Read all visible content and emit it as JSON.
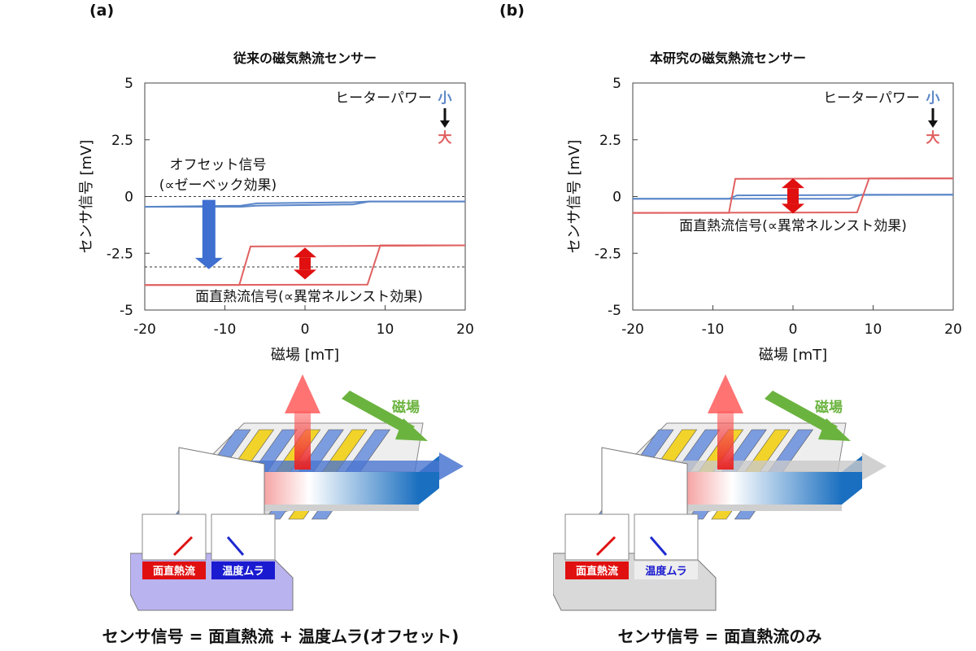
{
  "panels": [
    {
      "tag": "(a)",
      "title": "従来の磁気熱流センサー",
      "caption": "センサ信号 = 面直熱流 + 温度ムラ(オフセット)",
      "annotations": {
        "offset_line1": "オフセット信号",
        "offset_line2": "(∝ゼーベック効果)",
        "signal": "面直熱流信号(∝異常ネルンスト効果)"
      },
      "illustration": {
        "field_label": "磁場",
        "meter_left_label": "面直熱流",
        "meter_right_label": "温度ムラ",
        "flow_color": "#4a76d0"
      }
    },
    {
      "tag": "(b)",
      "title": "本研究の磁気熱流センサー",
      "caption": "センサ信号 = 面直熱流のみ",
      "annotations": {
        "signal": "面直熱流信号(∝異常ネルンスト効果)"
      },
      "illustration": {
        "field_label": "磁場",
        "meter_left_label": "面直熱流",
        "meter_right_label": "温度ムラ",
        "flow_color": "#c9c9c9"
      }
    }
  ],
  "chart_data": [
    {
      "type": "line",
      "title": "従来の磁気熱流センサー",
      "xlabel": "磁場 [mT]",
      "ylabel": "センサ信号 [mV]",
      "xlim": [
        -20,
        20
      ],
      "ylim": [
        -5,
        5
      ],
      "xticks": [
        "-20",
        "-10",
        "0",
        "10",
        "20"
      ],
      "yticks": [
        "5",
        "2.5",
        "0",
        "-2.5",
        "-5"
      ],
      "legend": {
        "title": "ヒーターパワー",
        "low": "小",
        "high": "大",
        "low_color": "#5b86c8",
        "high_color": "#e06060"
      },
      "reference_lines": [
        0,
        -3.1
      ],
      "series": [
        {
          "color": "#5b86c8",
          "curves": [
            [
              [
                -20,
                -0.45
              ],
              [
                -8,
                -0.45
              ],
              [
                -6,
                -0.4
              ],
              [
                6,
                -0.35
              ],
              [
                8,
                -0.22
              ],
              [
                20,
                -0.22
              ]
            ],
            [
              [
                -20,
                -0.45
              ],
              [
                -8,
                -0.4
              ],
              [
                -6,
                -0.3
              ],
              [
                6,
                -0.25
              ],
              [
                8,
                -0.22
              ],
              [
                20,
                -0.22
              ]
            ]
          ]
        },
        {
          "color": "#e06060",
          "curves": [
            [
              [
                -20,
                -3.9
              ],
              [
                -8.2,
                -3.9
              ],
              [
                -6.8,
                -2.2
              ],
              [
                20,
                -2.15
              ]
            ],
            [
              [
                -20,
                -3.9
              ],
              [
                7.8,
                -3.88
              ],
              [
                9.4,
                -2.15
              ],
              [
                20,
                -2.15
              ]
            ]
          ]
        }
      ]
    },
    {
      "type": "line",
      "title": "本研究の磁気熱流センサー",
      "xlabel": "磁場 [mT]",
      "ylabel": "センサ信号 [mV]",
      "xlim": [
        -20,
        20
      ],
      "ylim": [
        -5,
        5
      ],
      "xticks": [
        "-20",
        "-10",
        "0",
        "10",
        "20"
      ],
      "yticks": [
        "5",
        "2.5",
        "0",
        "-2.5",
        "-5"
      ],
      "legend": {
        "title": "ヒーターパワー",
        "low": "小",
        "high": "大",
        "low_color": "#5b86c8",
        "high_color": "#e06060"
      },
      "reference_lines": [],
      "series": [
        {
          "color": "#5b86c8",
          "curves": [
            [
              [
                -20,
                -0.1
              ],
              [
                -8,
                -0.1
              ],
              [
                -7,
                0.05
              ],
              [
                20,
                0.08
              ]
            ],
            [
              [
                -20,
                -0.1
              ],
              [
                7,
                -0.1
              ],
              [
                8.5,
                0.08
              ],
              [
                20,
                0.08
              ]
            ]
          ]
        },
        {
          "color": "#e06060",
          "curves": [
            [
              [
                -20,
                -0.72
              ],
              [
                -8,
                -0.72
              ],
              [
                -7.2,
                0.78
              ],
              [
                20,
                0.8
              ]
            ],
            [
              [
                -20,
                -0.72
              ],
              [
                8,
                -0.7
              ],
              [
                9.5,
                0.8
              ],
              [
                20,
                0.8
              ]
            ]
          ]
        }
      ]
    }
  ]
}
